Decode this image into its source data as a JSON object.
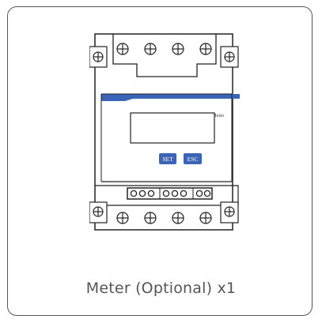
{
  "caption": "Meter (Optional) x1",
  "meter": {
    "model_label": "Three-Phase Smart Meter",
    "set_button": "SET",
    "esc_button": "ESC",
    "terminal_label": "oooooooo",
    "accent_color": "#3a64b8",
    "line_color": "#222222"
  }
}
